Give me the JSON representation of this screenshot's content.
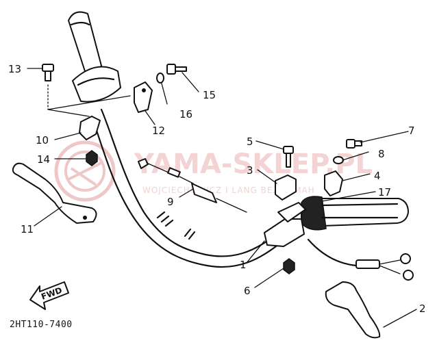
{
  "diagram_code": "2HT110-7400",
  "fwd_label": "FWD",
  "watermark": {
    "title": "YAMA-SKLEP.PL",
    "subtitle": "WOJCIECHOWICZ I LANG BEZ YAMAH"
  },
  "callouts": {
    "c1": "1",
    "c2": "2",
    "c3": "3",
    "c4": "4",
    "c5": "5",
    "c6": "6",
    "c7": "7",
    "c8": "8",
    "c9": "9",
    "c10": "10",
    "c11": "11",
    "c12": "12",
    "c13": "13",
    "c14": "14",
    "c15": "15",
    "c16": "16",
    "c17": "17"
  },
  "colors": {
    "ink": "#111111",
    "watermark": "#e9b3b3",
    "background": "#ffffff"
  }
}
